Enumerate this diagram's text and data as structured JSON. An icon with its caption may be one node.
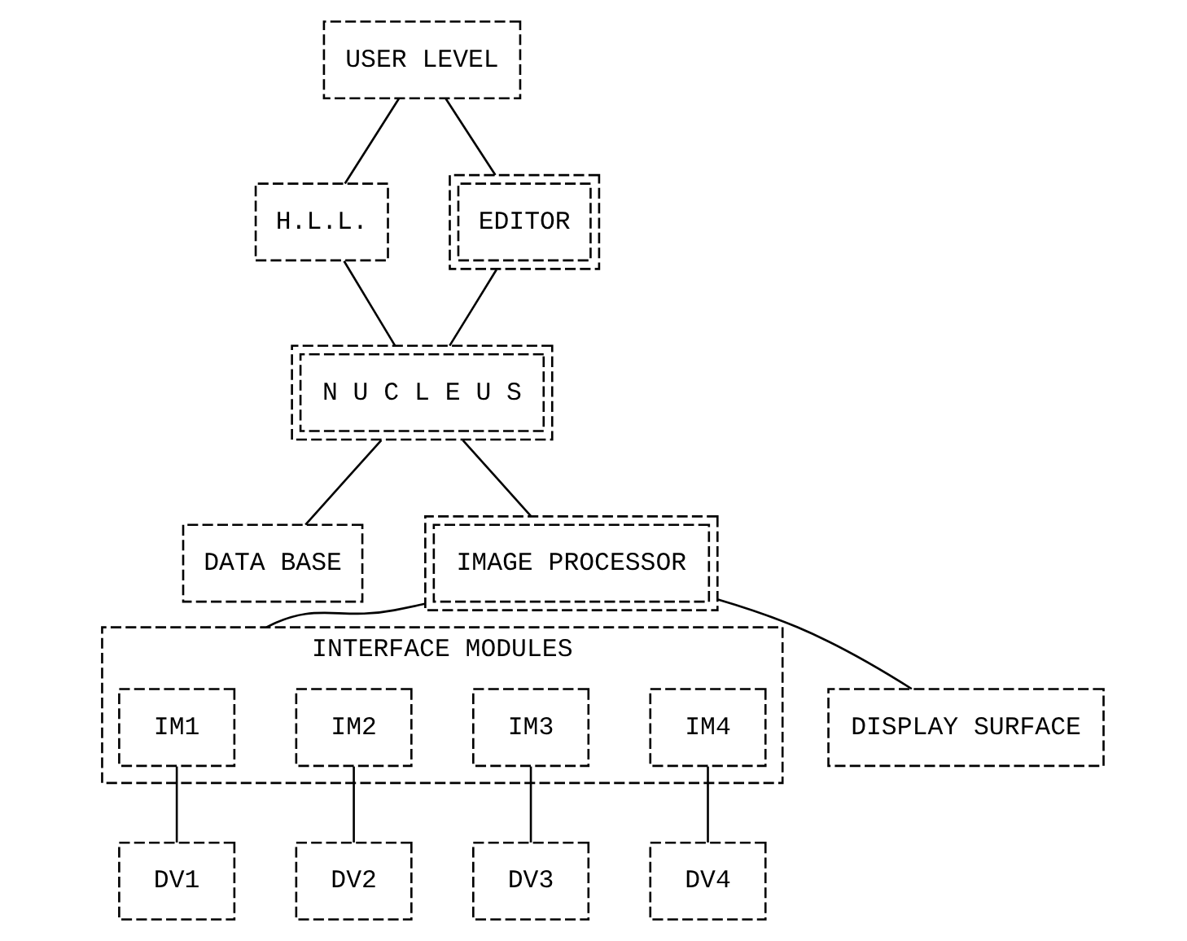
{
  "diagram": {
    "nodes": [
      {
        "text": [
          "USER LEVEL"
        ]
      },
      {
        "text": [
          "H.L.L."
        ]
      },
      {
        "text": [
          "EDITOR"
        ]
      },
      {
        "text": [
          "N U C L E U S"
        ]
      },
      {
        "text": [
          "DATA BASE"
        ]
      },
      {
        "text": [
          "IMAGE PROCESSOR"
        ]
      },
      {
        "text": [
          "INTERFACE MODULES"
        ]
      },
      {
        "text": [
          "DISPLAY SURFACE"
        ]
      },
      {
        "text": [
          "IM1"
        ],
        "in": 6
      },
      {
        "text": [
          "IM2"
        ],
        "in": 6
      },
      {
        "text": [
          "IM3"
        ],
        "in": 6
      },
      {
        "text": [
          "IM4"
        ],
        "in": 6
      },
      {
        "text": [
          "DV1"
        ]
      },
      {
        "text": [
          "DV2"
        ]
      },
      {
        "text": [
          "DV3"
        ]
      },
      {
        "text": [
          "DV4"
        ]
      }
    ],
    "edges": [
      {
        "from": 0,
        "to": 1,
        "arrow": "none"
      },
      {
        "from": 0,
        "to": 2,
        "arrow": "none"
      },
      {
        "from": 1,
        "to": 3,
        "arrow": "none"
      },
      {
        "from": 2,
        "to": 3,
        "arrow": "none"
      },
      {
        "from": 3,
        "to": 4,
        "arrow": "none"
      },
      {
        "from": 3,
        "to": 5,
        "arrow": "none"
      },
      {
        "from": 5,
        "to": 6,
        "arrow": "none"
      },
      {
        "from": 5,
        "to": 7,
        "arrow": "none"
      },
      {
        "from": 8,
        "to": 12,
        "arrow": "none"
      },
      {
        "from": 9,
        "to": 13,
        "arrow": "none"
      },
      {
        "from": 10,
        "to": 14,
        "arrow": "none"
      },
      {
        "from": 11,
        "to": 15,
        "arrow": "none"
      }
    ]
  }
}
